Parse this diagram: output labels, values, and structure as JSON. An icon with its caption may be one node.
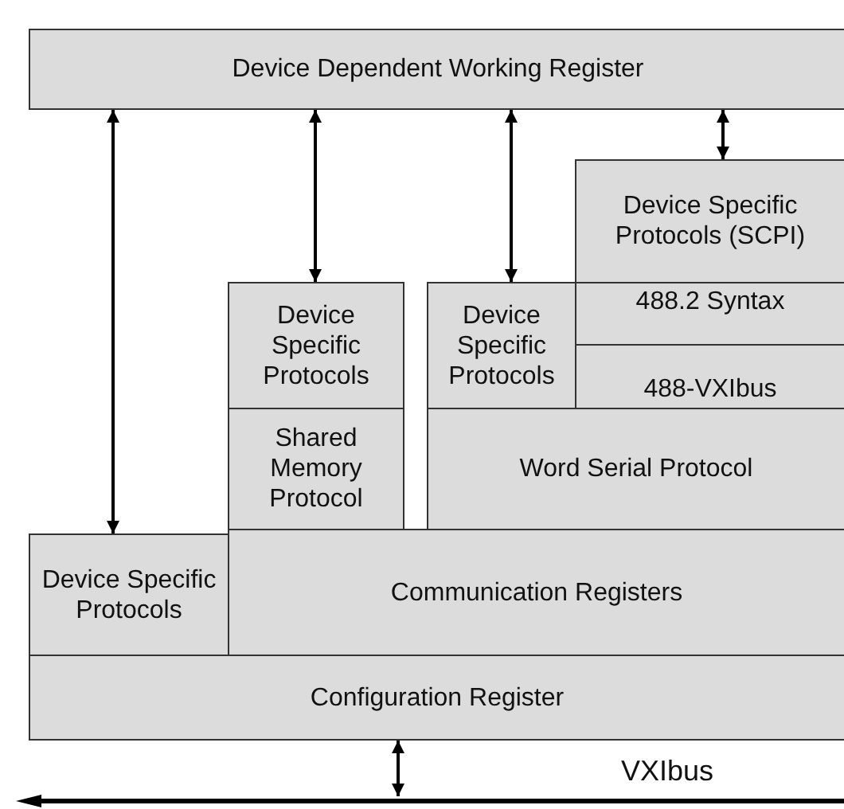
{
  "diagram": {
    "nodes": [
      {
        "text": [
          "Device Dependent Working Register"
        ]
      },
      {
        "text": [
          "Device Specific Protocols (SCPI)"
        ]
      },
      {
        "text": [
          "Device Specific Protocols"
        ]
      },
      {
        "text": [
          "Device Specific Protocols"
        ]
      },
      {
        "text": [
          "488.2 Syntax"
        ]
      },
      {
        "text": [
          "488-VXIbus"
        ]
      },
      {
        "text": [
          "Shared Memory Protocol"
        ]
      },
      {
        "text": [
          "Word Serial Protocol"
        ]
      },
      {
        "text": [
          "Device Specific Protocols"
        ]
      },
      {
        "text": [
          "Communication Registers"
        ]
      },
      {
        "text": [
          "Configuration Register"
        ]
      },
      {
        "text": [],
        "shape": "bar",
        "beside": [
          "VXIbus"
        ]
      }
    ],
    "edges": [
      {
        "from": 0,
        "to": 8,
        "arrow": "both"
      },
      {
        "from": 0,
        "to": 2,
        "arrow": "both"
      },
      {
        "from": 0,
        "to": 3,
        "arrow": "both"
      },
      {
        "from": 0,
        "to": 1,
        "arrow": "both"
      },
      {
        "from": 10,
        "to": 11,
        "arrow": "both"
      }
    ]
  }
}
